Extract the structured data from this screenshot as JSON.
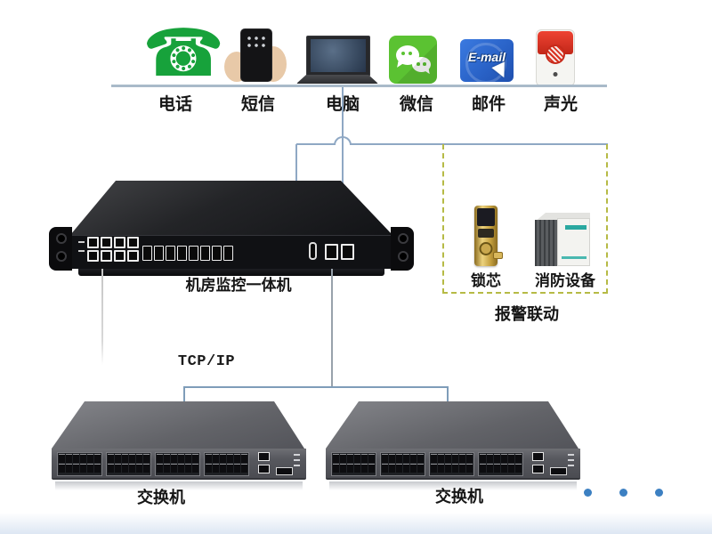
{
  "channels": {
    "items": [
      {
        "label": "电话"
      },
      {
        "label": "短信"
      },
      {
        "label": "电脑"
      },
      {
        "label": "微信"
      },
      {
        "label": "邮件"
      },
      {
        "label": "声光"
      }
    ],
    "email_icon_text": "E-mail"
  },
  "monitor": {
    "label": "机房监控一体机"
  },
  "alarm": {
    "title": "报警联动",
    "lock_label": "锁芯",
    "fire_label": "消防设备"
  },
  "network": {
    "protocol": "TCP/IP"
  },
  "switches": {
    "left_label": "交换机",
    "right_label": "交换机"
  },
  "colors": {
    "connector": "#8fa8c4",
    "icon_baseline": "#a9bac9",
    "lower_connector": "#7f9db9",
    "dashed_box": "#b6ba45",
    "dots": "#3c80c2",
    "wechat_green": "#5bc232",
    "email_blue": "#2a63c8",
    "phone_green": "#17a23b",
    "siren_red": "#d8301f"
  }
}
